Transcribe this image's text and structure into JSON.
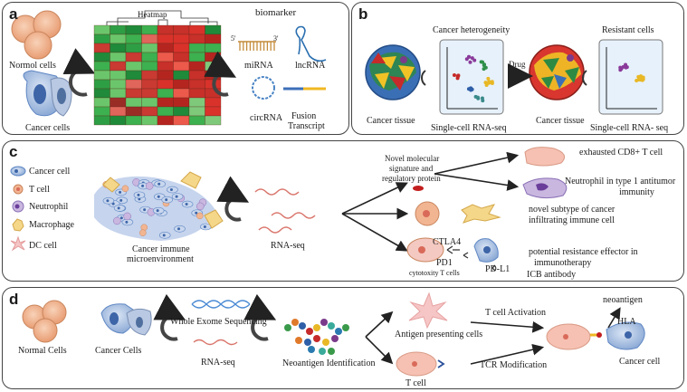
{
  "colors": {
    "cell_fill": "#f2b592",
    "cell_stroke": "#c9855c",
    "cancer_blue": "#5f87c4",
    "heat_red": "#d9322b",
    "heat_green": "#39a847",
    "arrow": "#222222",
    "curve": "#555555"
  },
  "icons": [
    "normal-cells-icon",
    "cancer-cells-icon",
    "heatmap-icon",
    "mirna-icon",
    "lncrna-icon",
    "circrna-icon",
    "fusion-transcript-icon",
    "cancer-tissue-icon",
    "scatter-plot-icon",
    "dna-helix-icon",
    "rna-wave-icon",
    "t-cell-icon",
    "neutrophil-icon",
    "macrophage-icon",
    "dc-cell-icon",
    "antibody-icon"
  ],
  "panel_a": {
    "label": "a",
    "heatmap_title": "Heatmap",
    "biomarker_title": "biomarker",
    "normal_cells": "Normol cells",
    "cancer_cells": "Cancer cells",
    "mirna": "miRNA",
    "mirna_5": "5'",
    "mirna_3": "3'",
    "lncrna": "lncRNA",
    "circrna": "circRNA",
    "fusion_1": "Fusion",
    "fusion_2": "Transcript"
  },
  "panel_b": {
    "label": "b",
    "heterogeneity": "Cancer heterogeneity",
    "resistant": "Resistant cells",
    "drug": "Drug",
    "tissue_1": "Cancer tissue",
    "seq_1": "Single-cell RNA-seq",
    "tissue_2": "Cancer tissue",
    "seq_2": "Single-cell RNA- seq"
  },
  "panel_c": {
    "label": "c",
    "legend": [
      "Cancer cell",
      "T cell",
      "Neutrophil",
      "Macrophage",
      "DC cell"
    ],
    "microenv_1": "Cancer immune",
    "microenv_2": "microenvironment",
    "rnaseq": "RNA-seq",
    "signature_1": "Novel molecular",
    "signature_2": "signature and",
    "signature_3": "regulatory protein",
    "out_cd8": "exhausted CD8+ T cell",
    "out_neut_1": "Neutrophil in type 1 antitumor",
    "out_neut_2": "immunity",
    "out_subtype_1": "novel subtype of cancer",
    "out_subtype_2": "infiltrating immune cell",
    "out_resist_1": "potential resistance effector in",
    "out_resist_2": "immunotherapy",
    "ctla4": "CTLA4",
    "pd1": "PD1",
    "pdl1": "PD-L1",
    "cytotoxic": "cytotoxity T cells",
    "icb": "ICB antibody"
  },
  "panel_d": {
    "label": "d",
    "normal": "Normal Cells",
    "cancer": "Cancer  Cells",
    "wes": "Whole Exome Sequencing",
    "rnaseq": "RNA-seq",
    "neo_id": "Neoantigen Identification",
    "apc": "Antigen presenting cells",
    "tcell": "T cell",
    "activation": "T cell Activation",
    "tcr": "TCR Modification",
    "neoantigen": "neoantigen",
    "hla": "HLA",
    "cancer_cell": "Cancer cell"
  }
}
